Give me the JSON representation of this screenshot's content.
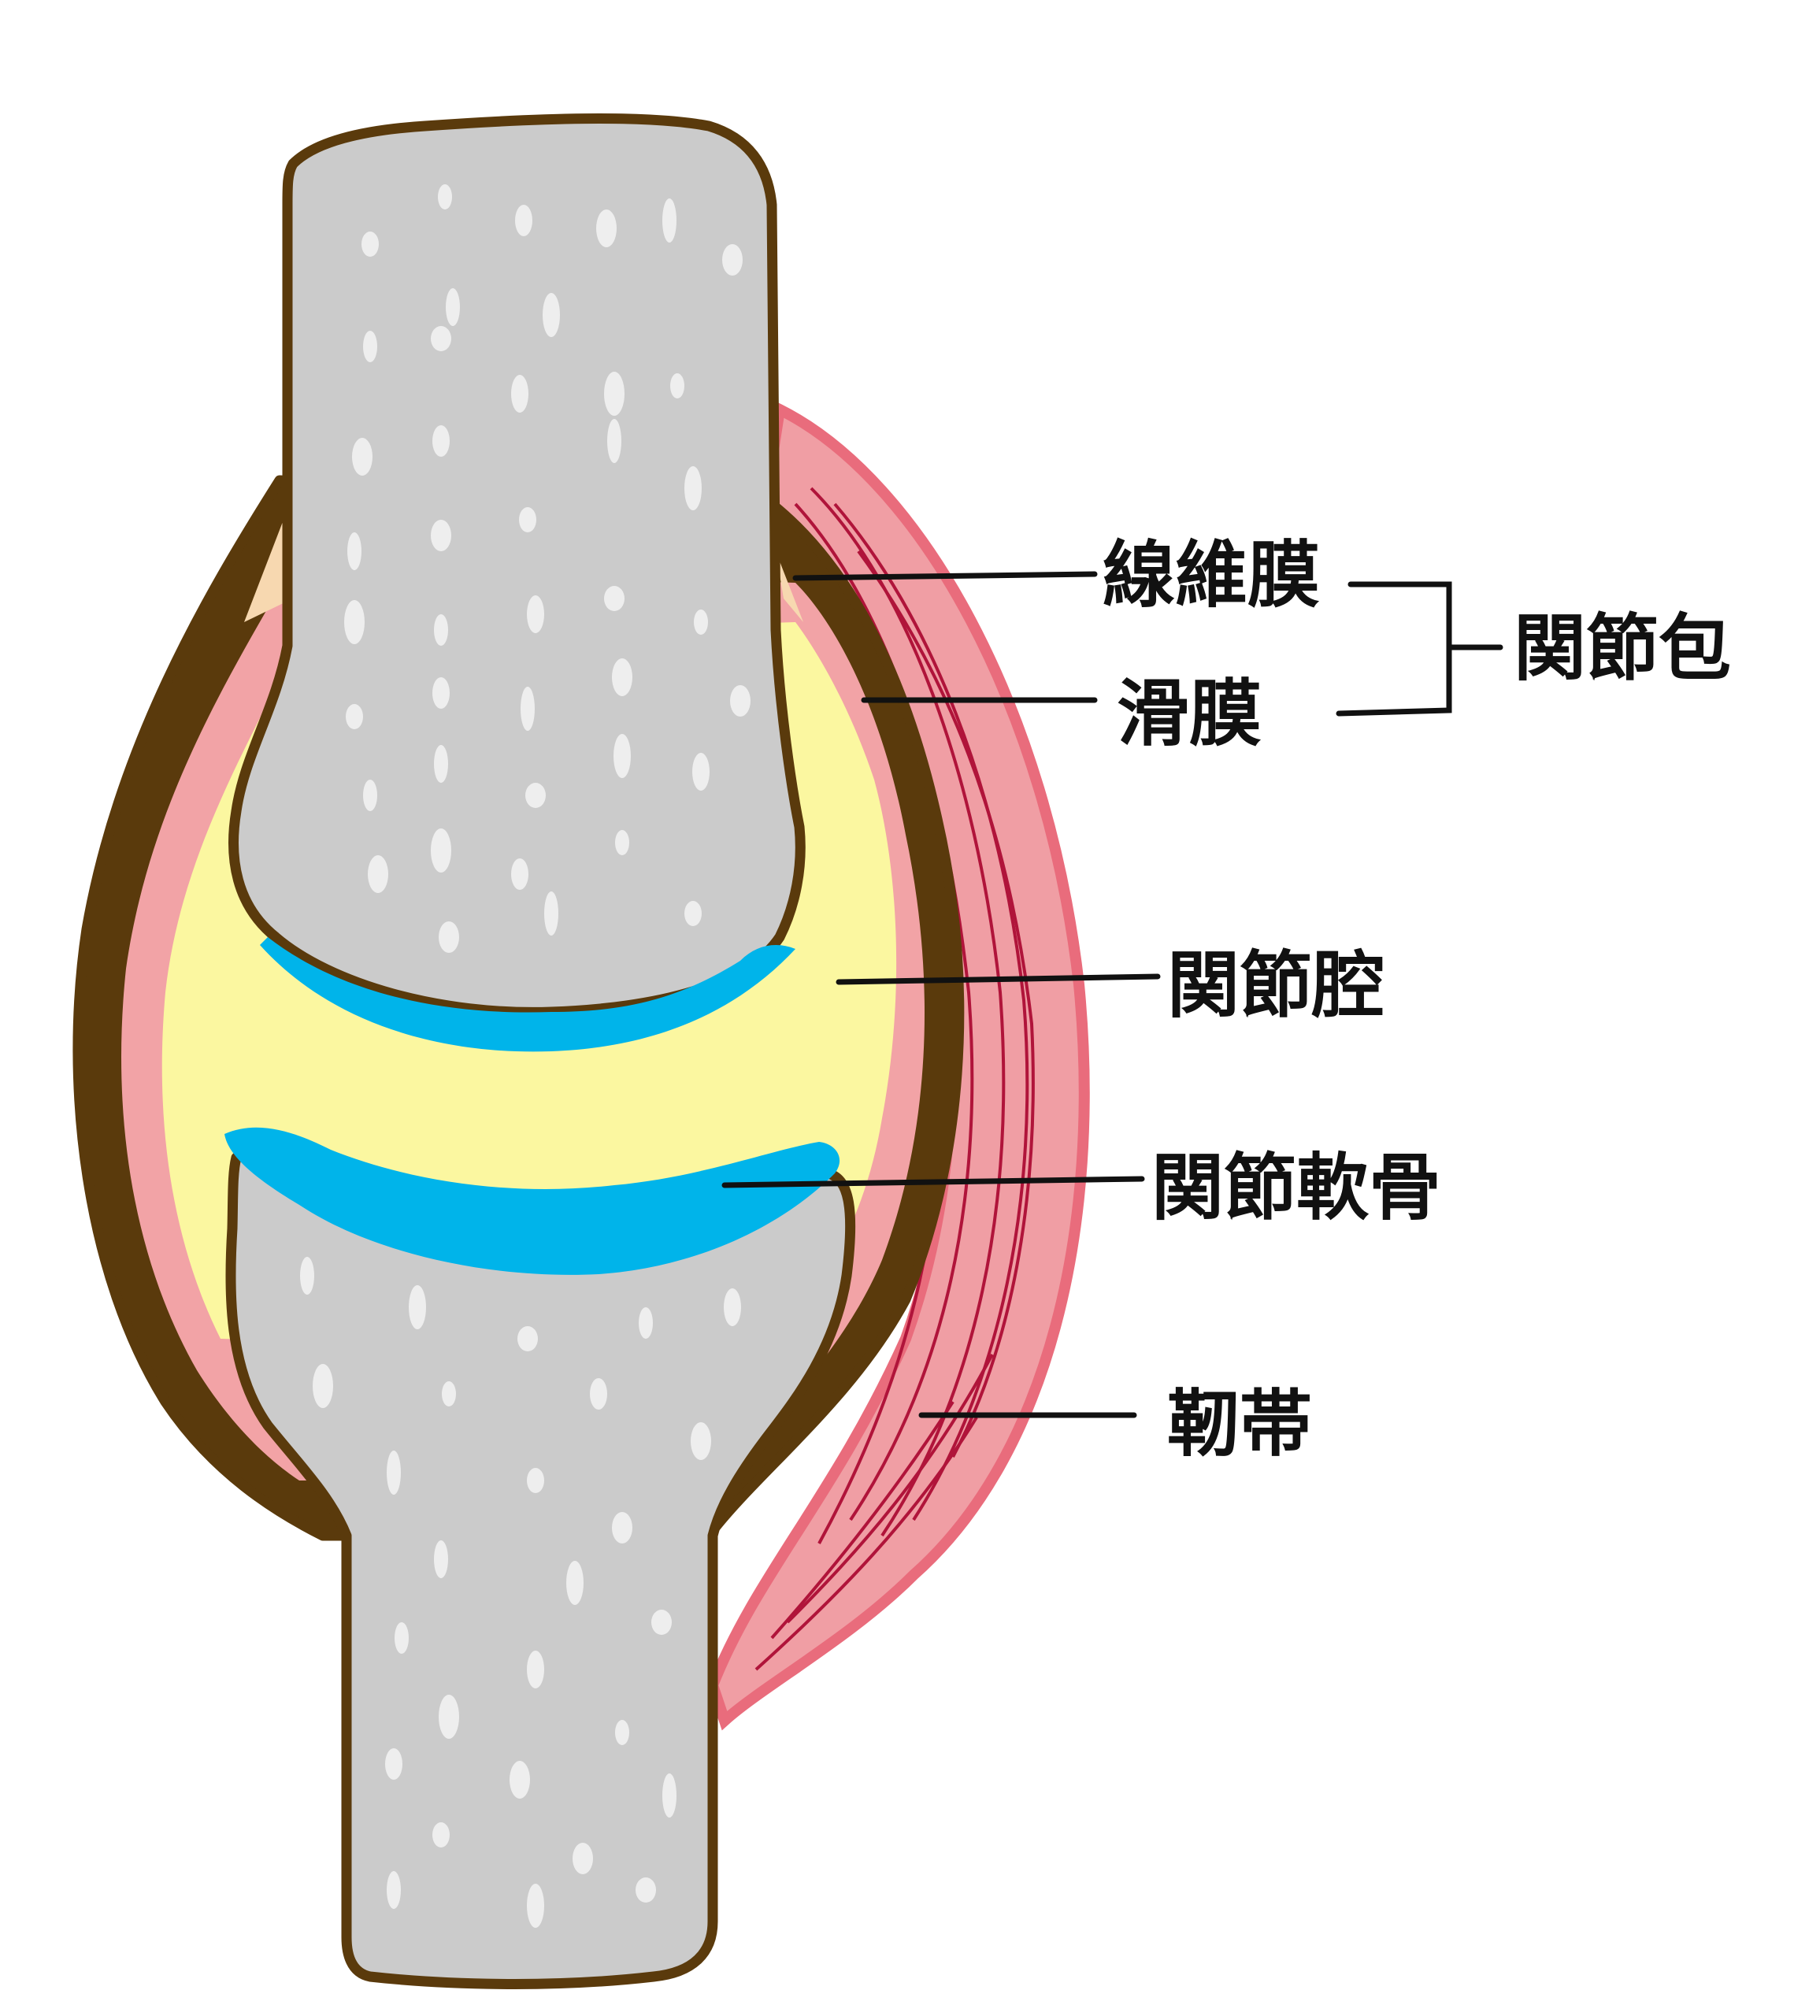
{
  "labels": {
    "fibrous_membrane": "線維膜",
    "synovial_membrane": "滑膜",
    "joint_capsule": "関節包",
    "joint_cavity": "関節腔",
    "articular_cartilage": "関節軟骨",
    "ligament": "靭帯"
  },
  "colors": {
    "bone": "#cbcbcb",
    "bone_spots": "#eeeeee",
    "outline": "#5a3a0c",
    "synovial_fluid": "#fbf7a0",
    "synovial_membrane": "#f2a3a6",
    "ligament": "#f09ea4",
    "ligament_edge": "#e96c7c",
    "ligament_fibers": "#b0143a",
    "cartilage": "#00b4ea",
    "fat_pad": "#f7d8b0"
  }
}
